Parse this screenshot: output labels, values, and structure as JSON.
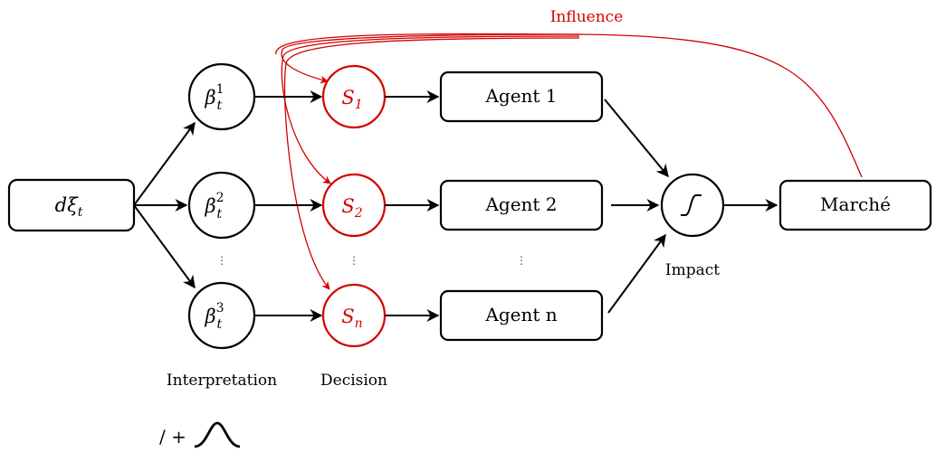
{
  "title_influence": "Influence",
  "source": {
    "label": "dξ",
    "subscript": "t"
  },
  "interpreters": [
    {
      "symbol": "β",
      "sup": "1",
      "sub": "t"
    },
    {
      "symbol": "β",
      "sup": "2",
      "sub": "t"
    },
    {
      "symbol": "β",
      "sup": "3",
      "sub": "t"
    }
  ],
  "decisions": [
    {
      "symbol": "S",
      "sub": "1"
    },
    {
      "symbol": "S",
      "sub": "2"
    },
    {
      "symbol": "S",
      "sub": "n"
    }
  ],
  "agents": [
    "Agent 1",
    "Agent 2",
    "Agent n"
  ],
  "market_label": "Marché",
  "captions": {
    "interpretation": "Interpretation",
    "decision": "Decision",
    "impact": "Impact"
  },
  "legend_text": "/ +",
  "vertical_dots": "⋮",
  "colors": {
    "black": "#000000",
    "red": "#d40000"
  }
}
